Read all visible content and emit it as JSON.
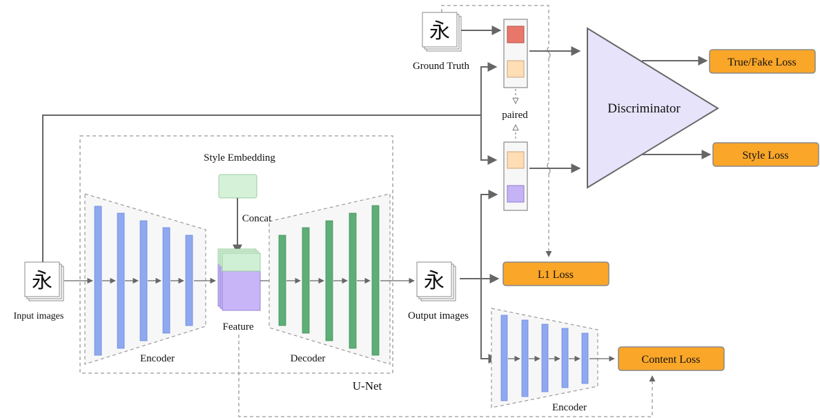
{
  "diagram": {
    "glyph_char": "永",
    "colors": {
      "encoder_bar": "#8EA9F0",
      "decoder_bar": "#5DAE77",
      "style_embedding": "#D5F2D9",
      "feature_purple": "#C7B5F7",
      "feature_green": "#CFF0D4",
      "red_square": "#E8776A",
      "peach_square": "#FFDDB5",
      "purple_square": "#C5B3F5",
      "discriminator_fill": "#E6E3FA",
      "loss_fill": "#FAA629",
      "line": "#666666"
    },
    "labels": {
      "input_images": "Input images",
      "encoder": "Encoder",
      "style_embedding": "Style Embedding",
      "concat": "Concat",
      "feature": "Feature",
      "decoder": "Decoder",
      "unet": "U-Net",
      "output_images": "Output images",
      "ground_truth": "Ground Truth",
      "paired": "paired",
      "discriminator": "Discriminator",
      "encoder2": "Encoder"
    },
    "losses": {
      "true_fake": "True/Fake Loss",
      "style": "Style Loss",
      "l1": "L1 Loss",
      "content": "Content Loss"
    }
  }
}
